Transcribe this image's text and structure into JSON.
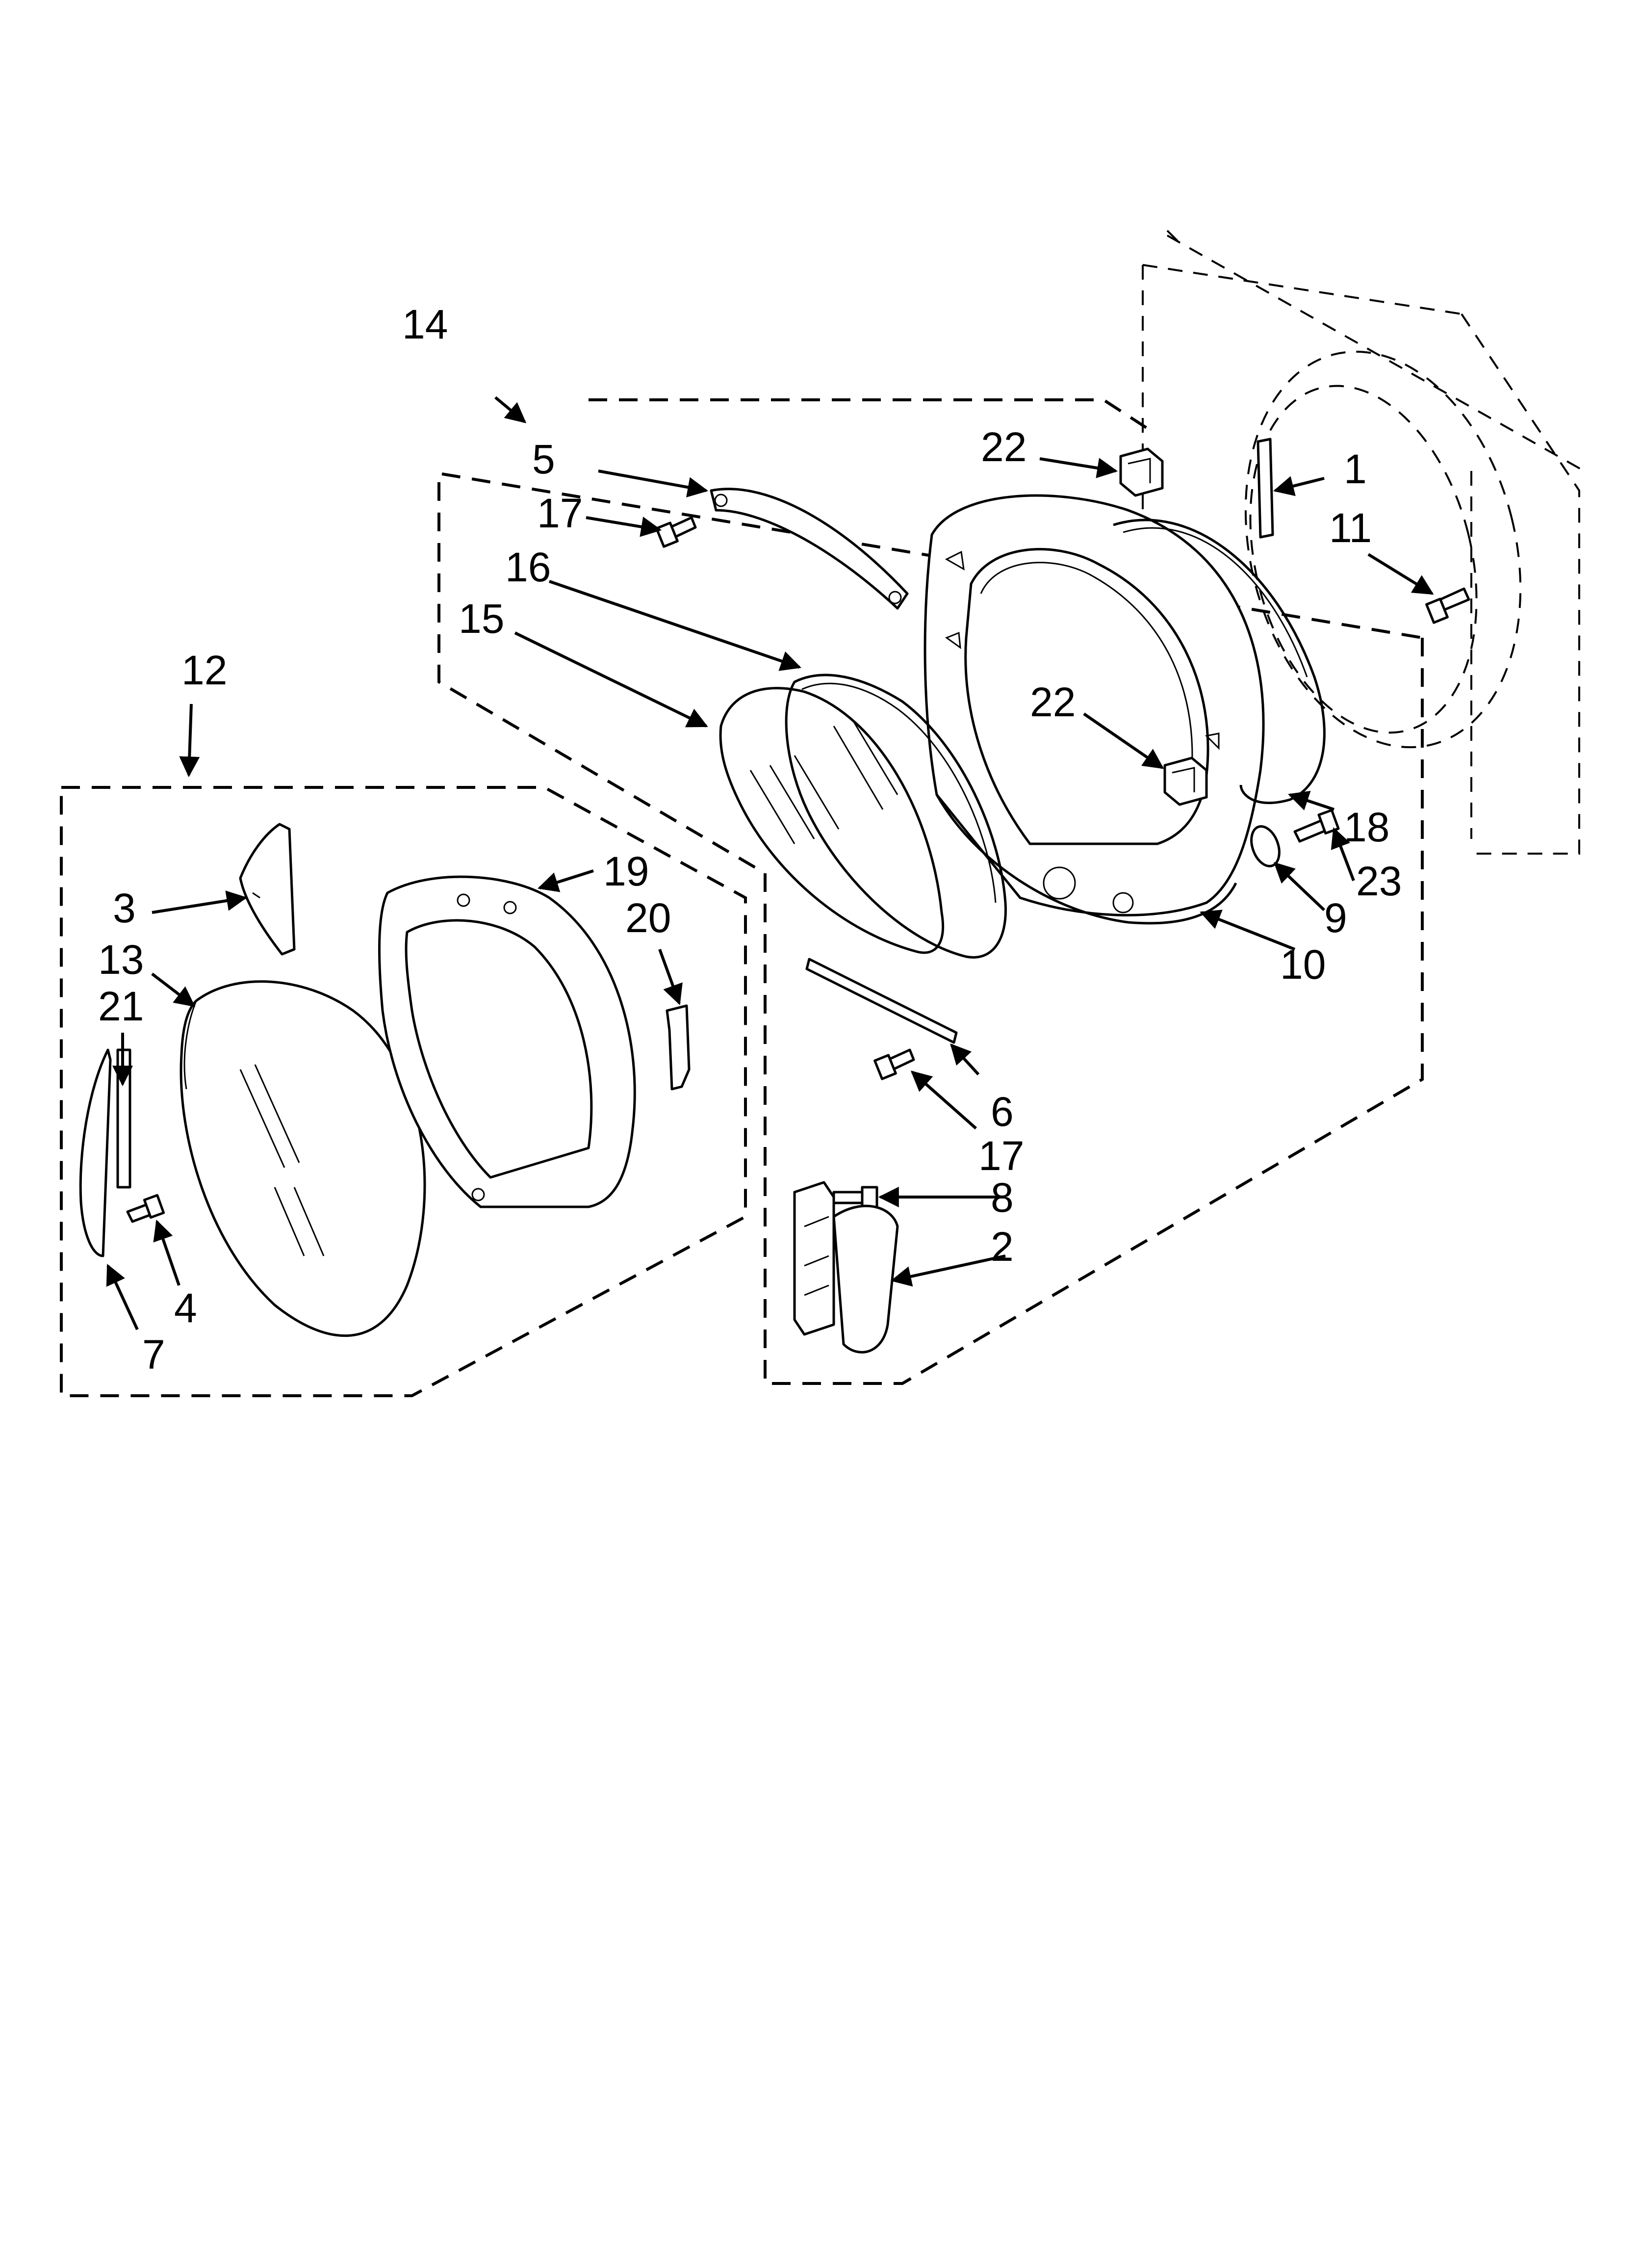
{
  "diagram": {
    "callouts": [
      {
        "id": "c1",
        "label": "1"
      },
      {
        "id": "c2",
        "label": "2"
      },
      {
        "id": "c3",
        "label": "3"
      },
      {
        "id": "c4",
        "label": "4"
      },
      {
        "id": "c5",
        "label": "5"
      },
      {
        "id": "c6",
        "label": "6"
      },
      {
        "id": "c7",
        "label": "7"
      },
      {
        "id": "c8",
        "label": "8"
      },
      {
        "id": "c9",
        "label": "9"
      },
      {
        "id": "c10",
        "label": "10"
      },
      {
        "id": "c11",
        "label": "11"
      },
      {
        "id": "c12",
        "label": "12"
      },
      {
        "id": "c13",
        "label": "13"
      },
      {
        "id": "c14",
        "label": "14"
      },
      {
        "id": "c15",
        "label": "15"
      },
      {
        "id": "c16",
        "label": "16"
      },
      {
        "id": "c17a",
        "label": "17"
      },
      {
        "id": "c17b",
        "label": "17"
      },
      {
        "id": "c18",
        "label": "18"
      },
      {
        "id": "c19",
        "label": "19"
      },
      {
        "id": "c20",
        "label": "20"
      },
      {
        "id": "c21",
        "label": "21"
      },
      {
        "id": "c22a",
        "label": "22"
      },
      {
        "id": "c22b",
        "label": "22"
      },
      {
        "id": "c23",
        "label": "23"
      }
    ]
  }
}
